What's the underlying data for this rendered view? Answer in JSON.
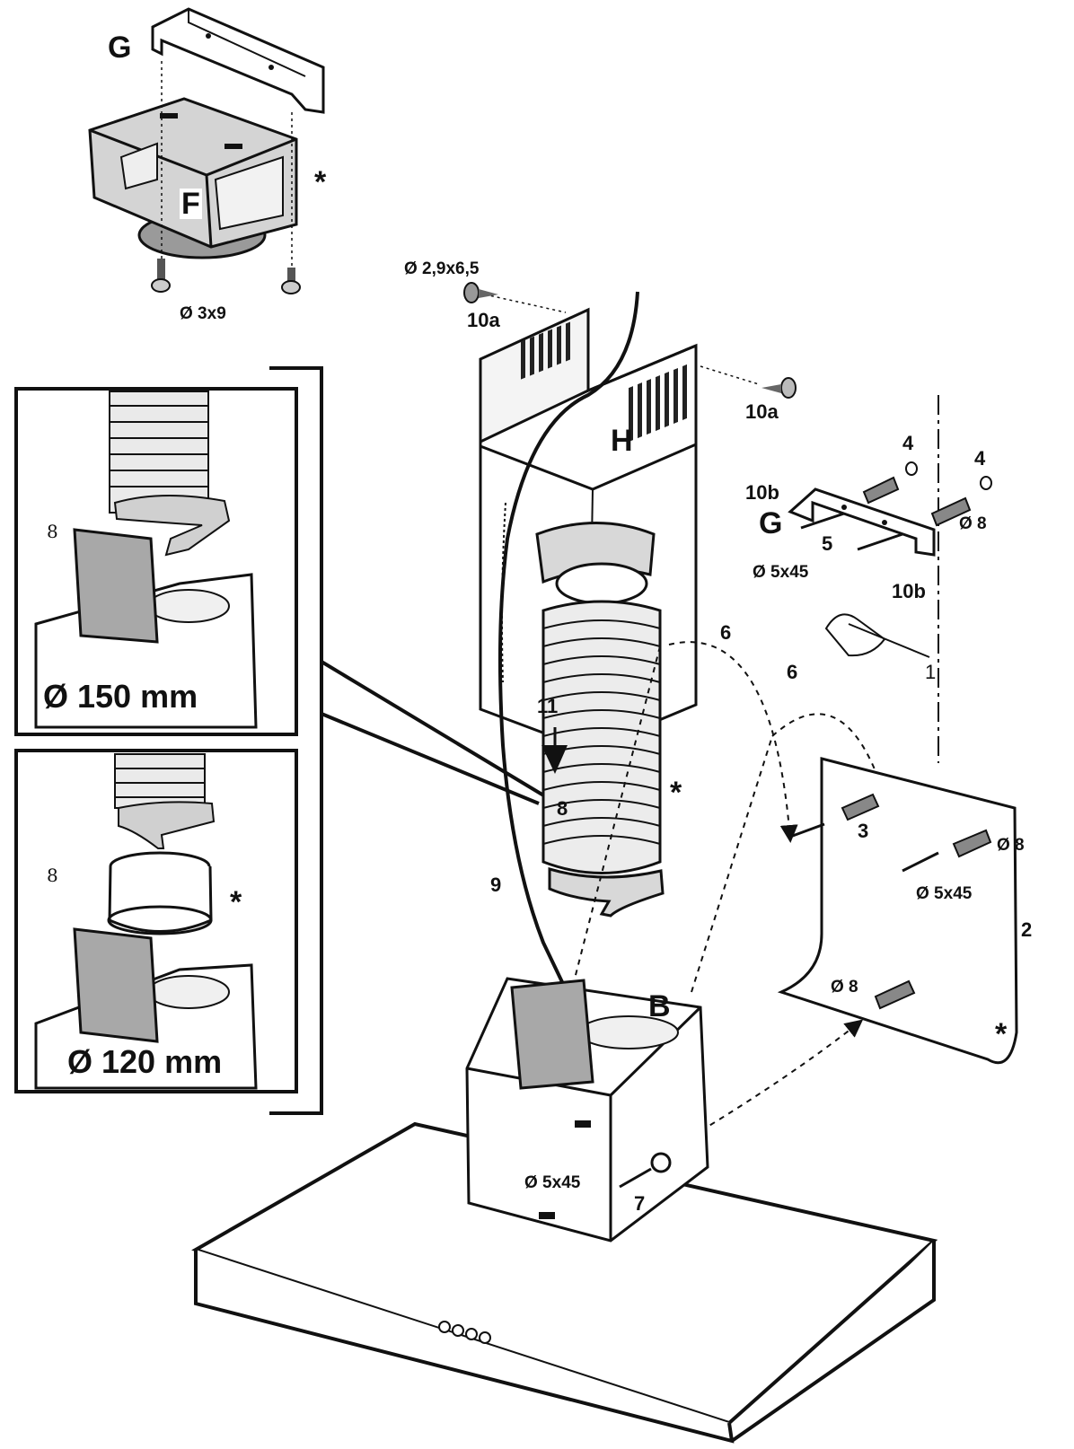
{
  "labels": {
    "g_top": "G",
    "f": "F",
    "star_f": "*",
    "d3x9": "Ø 3x9",
    "d29": "Ø 2,9x6,5",
    "n10a_left": "10a",
    "n10a_right": "10a",
    "h": "H",
    "n4_left": "4",
    "n4_right": "4",
    "n10b_left": "10b",
    "g_right": "G",
    "n5": "5",
    "d8_top": "Ø 8",
    "d5x45_top": "Ø 5x45",
    "n10b_right": "10b",
    "n1": "1",
    "n6_a": "6",
    "n6_b": "6",
    "n8_inset_top": "8",
    "d150": "Ø 150 mm",
    "n8_inset_bottom": "8",
    "star_inset": "*",
    "d120": "Ø 120 mm",
    "n11": "11",
    "n8_main": "8",
    "star_duct": "*",
    "n9": "9",
    "n3": "3",
    "d8_wall": "Ø 8",
    "d5x45_wall": "Ø 5x45",
    "n2": "2",
    "d8_wall_low": "Ø 8",
    "star_wall": "*",
    "b": "B",
    "d5x45_body": "Ø 5x45",
    "n7": "7"
  },
  "colors": {
    "line": "#111111",
    "metal": "#d9d9d9",
    "metal_dark": "#9a9a9a",
    "bracket": "#bdbdbd"
  }
}
